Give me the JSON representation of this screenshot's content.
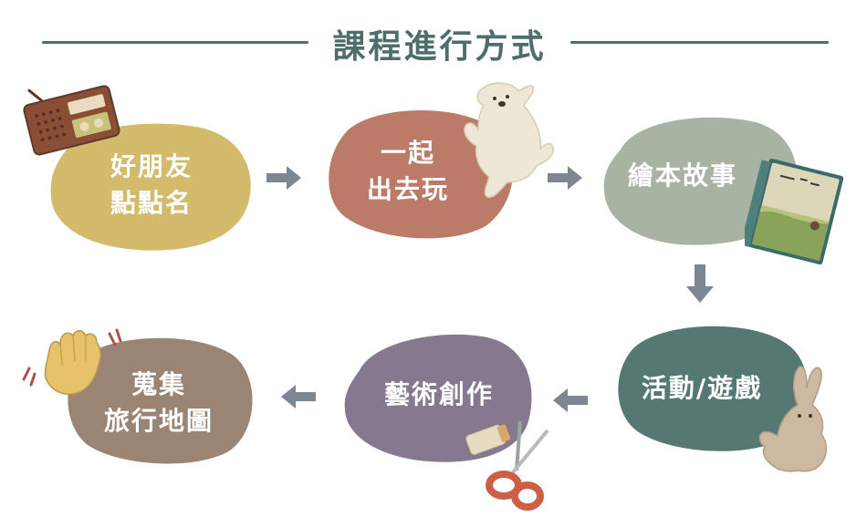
{
  "title": "課程進行方式",
  "steps": [
    {
      "line1": "好朋友",
      "line2": "點點名",
      "color": "#d4bb6b",
      "icon": "radio-icon"
    },
    {
      "line1": "一起",
      "line2": "出去玩",
      "color": "#bc7a68",
      "icon": "polar-bear-icon"
    },
    {
      "line1": "繪本故事",
      "line2": "",
      "color": "#a9b3a4",
      "icon": "picture-book-icon"
    },
    {
      "line1": "活動/遊戲",
      "line2": "",
      "color": "#557873",
      "icon": "rabbit-icon"
    },
    {
      "line1": "藝術創作",
      "line2": "",
      "color": "#85788f",
      "icon": "scissors-icon"
    },
    {
      "line1": "蒐集",
      "line2": "旅行地圖",
      "color": "#9a8474",
      "icon": "waving-hand-icon"
    }
  ],
  "arrow_color": "#7d8693"
}
